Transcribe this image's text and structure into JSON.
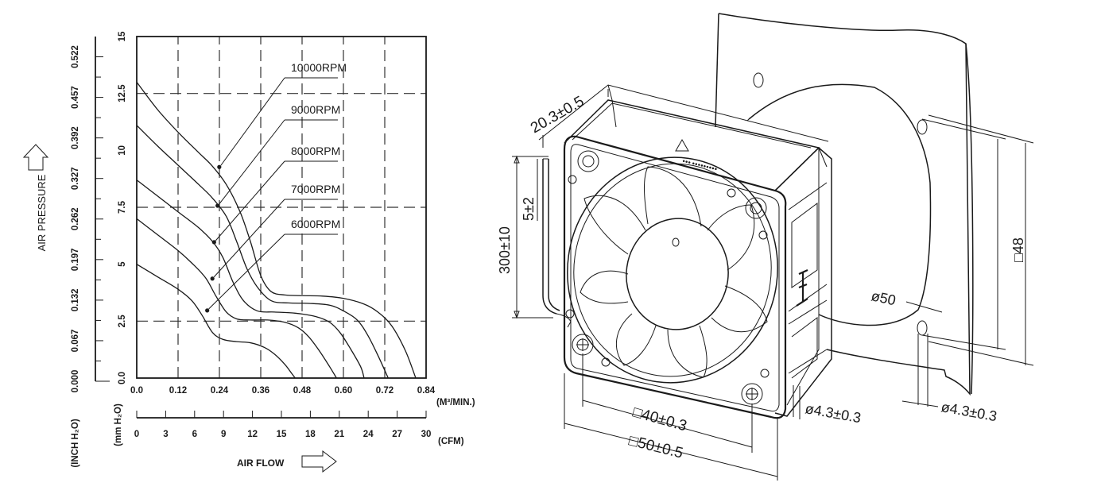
{
  "chart_data": {
    "type": "line",
    "ylabel": "AIR PRESSURE",
    "xlabel": "AIR FLOW",
    "y_mmh2o_ticks": [
      "0.0",
      "2.5",
      "5",
      "7.5",
      "10",
      "12.5",
      "15"
    ],
    "y_mmh2o_unit": "(mm H₂O)",
    "y_inch_ticks": [
      "0.000",
      "0.067",
      "0.132",
      "0.197",
      "0.262",
      "0.327",
      "0.392",
      "0.457",
      "0.522"
    ],
    "y_inch_unit": "(INCH H₂O)",
    "x_m3_ticks": [
      "0.0",
      "0.12",
      "0.24",
      "0.36",
      "0.48",
      "0.60",
      "0.72",
      "0.84"
    ],
    "x_m3_unit": "(M³/MIN.)",
    "x_cfm_ticks": [
      "0",
      "3",
      "6",
      "9",
      "12",
      "15",
      "18",
      "21",
      "24",
      "27",
      "30"
    ],
    "x_cfm_unit": "(CFM)",
    "xlim": [
      0,
      0.84
    ],
    "ylim": [
      0,
      15
    ],
    "grid": true,
    "series": [
      {
        "name": "10000RPM",
        "label_x": 0.235,
        "label_y": 9.2,
        "points": [
          [
            0,
            13.0
          ],
          [
            0.06,
            11.8
          ],
          [
            0.12,
            10.8
          ],
          [
            0.18,
            9.9
          ],
          [
            0.22,
            9.3
          ],
          [
            0.26,
            8.5
          ],
          [
            0.3,
            7.3
          ],
          [
            0.33,
            6.0
          ],
          [
            0.36,
            4.5
          ],
          [
            0.39,
            3.8
          ],
          [
            0.43,
            3.65
          ],
          [
            0.48,
            3.62
          ],
          [
            0.54,
            3.6
          ],
          [
            0.6,
            3.5
          ],
          [
            0.66,
            3.25
          ],
          [
            0.7,
            2.9
          ],
          [
            0.74,
            2.3
          ],
          [
            0.78,
            1.2
          ],
          [
            0.81,
            0
          ]
        ]
      },
      {
        "name": "9000RPM",
        "label_x": 0.23,
        "label_y": 7.5,
        "points": [
          [
            0,
            11.1
          ],
          [
            0.06,
            10.2
          ],
          [
            0.12,
            9.35
          ],
          [
            0.18,
            8.5
          ],
          [
            0.22,
            7.9
          ],
          [
            0.26,
            7.1
          ],
          [
            0.29,
            6.0
          ],
          [
            0.32,
            4.8
          ],
          [
            0.35,
            4.0
          ],
          [
            0.39,
            3.4
          ],
          [
            0.44,
            3.3
          ],
          [
            0.5,
            3.28
          ],
          [
            0.56,
            3.2
          ],
          [
            0.6,
            2.95
          ],
          [
            0.64,
            2.55
          ],
          [
            0.67,
            1.9
          ],
          [
            0.7,
            1.0
          ],
          [
            0.73,
            0
          ]
        ]
      },
      {
        "name": "8000RPM",
        "label_x": 0.22,
        "label_y": 5.9,
        "points": [
          [
            0,
            8.7
          ],
          [
            0.06,
            8.0
          ],
          [
            0.12,
            7.3
          ],
          [
            0.18,
            6.6
          ],
          [
            0.22,
            6.0
          ],
          [
            0.25,
            5.3
          ],
          [
            0.28,
            4.2
          ],
          [
            0.31,
            3.4
          ],
          [
            0.35,
            2.95
          ],
          [
            0.4,
            2.9
          ],
          [
            0.46,
            2.85
          ],
          [
            0.52,
            2.7
          ],
          [
            0.56,
            2.45
          ],
          [
            0.59,
            2.0
          ],
          [
            0.62,
            1.3
          ],
          [
            0.65,
            0.5
          ],
          [
            0.66,
            0
          ]
        ]
      },
      {
        "name": "7000RPM",
        "label_x": 0.215,
        "label_y": 4.3,
        "points": [
          [
            0,
            7.0
          ],
          [
            0.06,
            6.3
          ],
          [
            0.12,
            5.6
          ],
          [
            0.16,
            5.05
          ],
          [
            0.2,
            4.4
          ],
          [
            0.23,
            3.6
          ],
          [
            0.26,
            2.9
          ],
          [
            0.29,
            2.6
          ],
          [
            0.33,
            2.55
          ],
          [
            0.38,
            2.55
          ],
          [
            0.43,
            2.45
          ],
          [
            0.47,
            2.2
          ],
          [
            0.5,
            1.8
          ],
          [
            0.53,
            1.2
          ],
          [
            0.56,
            0.5
          ],
          [
            0.58,
            0
          ]
        ]
      },
      {
        "name": "6000RPM",
        "label_x": 0.2,
        "label_y": 2.9,
        "points": [
          [
            0,
            5.0
          ],
          [
            0.06,
            4.45
          ],
          [
            0.12,
            3.9
          ],
          [
            0.16,
            3.4
          ],
          [
            0.19,
            2.75
          ],
          [
            0.22,
            2.0
          ],
          [
            0.25,
            1.7
          ],
          [
            0.29,
            1.6
          ],
          [
            0.33,
            1.55
          ],
          [
            0.37,
            1.35
          ],
          [
            0.4,
            1.05
          ],
          [
            0.43,
            0.6
          ],
          [
            0.45,
            0.2
          ],
          [
            0.46,
            0
          ]
        ]
      }
    ]
  },
  "drawing": {
    "labels": {
      "depth": "20.3±0.5",
      "cable_len": "300±10",
      "strip_len": "5±2",
      "hole_pitch": "□40±0.3",
      "frame_size": "□50±0.5",
      "hole_dia_fan": "ø4.3±0.3",
      "hole_dia_panel": "ø4.3±0.3",
      "cutout_dia": "ø50",
      "panel_pitch": "□48"
    }
  }
}
